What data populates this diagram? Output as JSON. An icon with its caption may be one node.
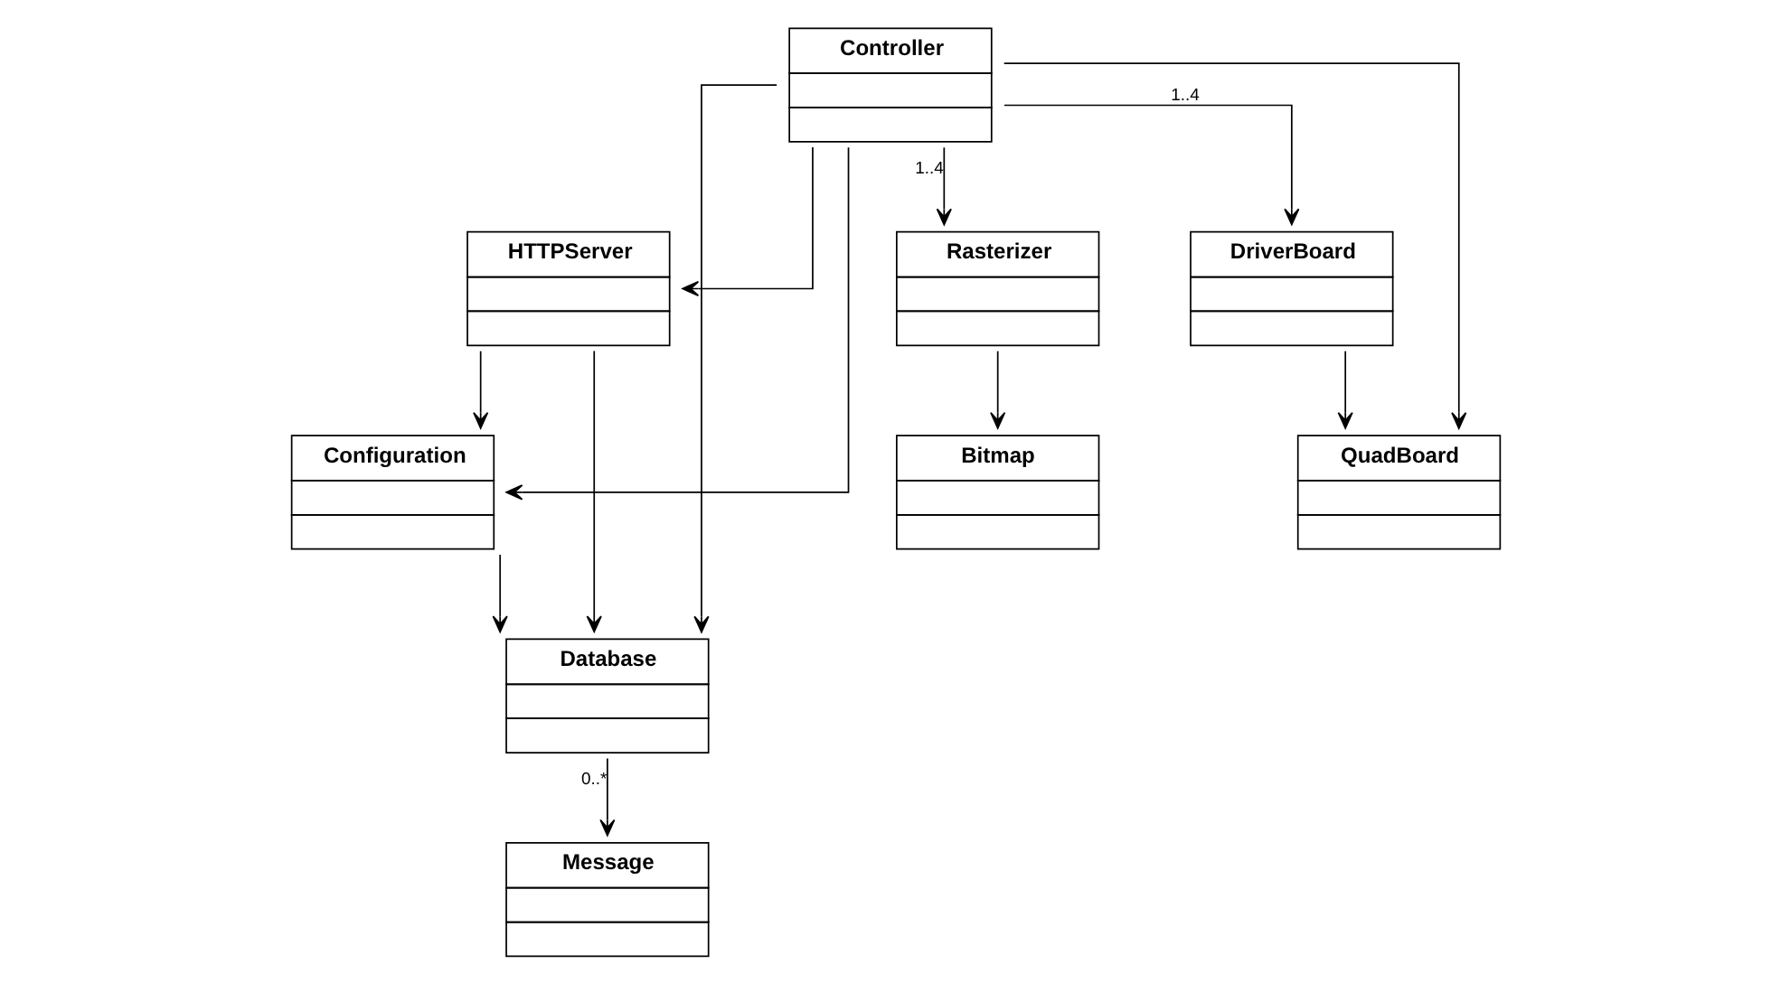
{
  "diagram": {
    "nodes": [
      {
        "text": [
          "HTTPServer"
        ]
      },
      {
        "text": [
          "Controller"
        ]
      },
      {
        "text": [
          "Configuration"
        ]
      },
      {
        "text": [
          "Database"
        ]
      },
      {
        "text": [
          "Rasterizer"
        ]
      },
      {
        "text": [
          "DriverBoard"
        ]
      },
      {
        "text": [
          "Message"
        ]
      },
      {
        "text": [
          "Bitmap"
        ]
      },
      {
        "text": [
          "QuadBoard"
        ]
      }
    ],
    "edges": [
      {
        "from": 1,
        "to": 0,
        "arrow": "to"
      },
      {
        "from": 1,
        "to": 2,
        "arrow": "to"
      },
      {
        "from": 1,
        "to": 3,
        "arrow": "to"
      },
      {
        "from": 1,
        "to": 4,
        "arrow": "to",
        "label": "1..4"
      },
      {
        "from": 1,
        "to": 8,
        "arrow": "to"
      },
      {
        "from": 1,
        "to": 5,
        "arrow": "to",
        "label": "1..4"
      },
      {
        "from": 0,
        "to": 2,
        "arrow": "to"
      },
      {
        "from": 0,
        "to": 3,
        "arrow": "to"
      },
      {
        "from": 2,
        "to": 3,
        "arrow": "to"
      },
      {
        "from": 3,
        "to": 6,
        "arrow": "to",
        "label": "0..*"
      },
      {
        "from": 4,
        "to": 7,
        "arrow": "to"
      },
      {
        "from": 5,
        "to": 8,
        "arrow": "to"
      }
    ]
  }
}
